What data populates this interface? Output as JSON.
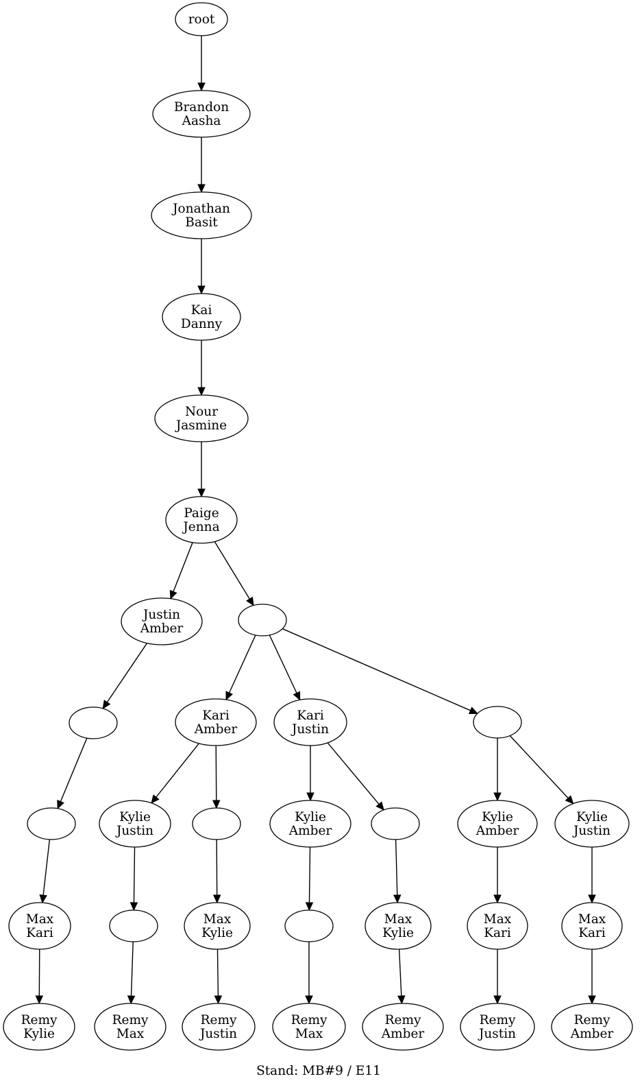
{
  "caption": "Stand: MB#9 / E11",
  "nodes": [
    {
      "id": "n0",
      "lines": [
        "root"
      ]
    },
    {
      "id": "n1",
      "lines": [
        "Brandon",
        "Aasha"
      ]
    },
    {
      "id": "n2",
      "lines": [
        "Jonathan",
        "Basit"
      ]
    },
    {
      "id": "n3",
      "lines": [
        "Kai",
        "Danny"
      ]
    },
    {
      "id": "n4",
      "lines": [
        "Nour",
        "Jasmine"
      ]
    },
    {
      "id": "n5",
      "lines": [
        "Paige",
        "Jenna"
      ]
    },
    {
      "id": "n6",
      "lines": [
        "Justin",
        "Amber"
      ]
    },
    {
      "id": "n7",
      "lines": []
    },
    {
      "id": "n8",
      "lines": []
    },
    {
      "id": "n9",
      "lines": []
    },
    {
      "id": "n10",
      "lines": [
        "Max",
        "Kari"
      ]
    },
    {
      "id": "n11",
      "lines": [
        "Remy",
        "Kylie"
      ]
    },
    {
      "id": "n12",
      "lines": [
        "Kari",
        "Amber"
      ]
    },
    {
      "id": "n13",
      "lines": [
        "Kari",
        "Justin"
      ]
    },
    {
      "id": "n14",
      "lines": []
    },
    {
      "id": "n15",
      "lines": [
        "Kylie",
        "Justin"
      ]
    },
    {
      "id": "n16",
      "lines": []
    },
    {
      "id": "n17",
      "lines": [
        "Remy",
        "Max"
      ]
    },
    {
      "id": "n18",
      "lines": []
    },
    {
      "id": "n19",
      "lines": [
        "Max",
        "Kylie"
      ]
    },
    {
      "id": "n20",
      "lines": [
        "Remy",
        "Justin"
      ]
    },
    {
      "id": "n21",
      "lines": [
        "Kylie",
        "Amber"
      ]
    },
    {
      "id": "n22",
      "lines": []
    },
    {
      "id": "n23",
      "lines": [
        "Remy",
        "Max"
      ]
    },
    {
      "id": "n24",
      "lines": []
    },
    {
      "id": "n25",
      "lines": [
        "Max",
        "Kylie"
      ]
    },
    {
      "id": "n26",
      "lines": [
        "Remy",
        "Amber"
      ]
    },
    {
      "id": "n27",
      "lines": [
        "Kylie",
        "Amber"
      ]
    },
    {
      "id": "n28",
      "lines": [
        "Max",
        "Kari"
      ]
    },
    {
      "id": "n29",
      "lines": [
        "Remy",
        "Justin"
      ]
    },
    {
      "id": "n30",
      "lines": [
        "Kylie",
        "Justin"
      ]
    },
    {
      "id": "n31",
      "lines": [
        "Max",
        "Kari"
      ]
    },
    {
      "id": "n32",
      "lines": [
        "Remy",
        "Amber"
      ]
    }
  ],
  "edges": [
    [
      "n0",
      "n1"
    ],
    [
      "n1",
      "n2"
    ],
    [
      "n2",
      "n3"
    ],
    [
      "n3",
      "n4"
    ],
    [
      "n4",
      "n5"
    ],
    [
      "n5",
      "n6"
    ],
    [
      "n5",
      "n7"
    ],
    [
      "n6",
      "n8"
    ],
    [
      "n8",
      "n9"
    ],
    [
      "n9",
      "n10"
    ],
    [
      "n10",
      "n11"
    ],
    [
      "n7",
      "n12"
    ],
    [
      "n7",
      "n13"
    ],
    [
      "n7",
      "n14"
    ],
    [
      "n12",
      "n15"
    ],
    [
      "n15",
      "n16"
    ],
    [
      "n16",
      "n17"
    ],
    [
      "n12",
      "n18"
    ],
    [
      "n18",
      "n19"
    ],
    [
      "n19",
      "n20"
    ],
    [
      "n13",
      "n21"
    ],
    [
      "n21",
      "n22"
    ],
    [
      "n22",
      "n23"
    ],
    [
      "n13",
      "n24"
    ],
    [
      "n24",
      "n25"
    ],
    [
      "n25",
      "n26"
    ],
    [
      "n14",
      "n27"
    ],
    [
      "n27",
      "n28"
    ],
    [
      "n28",
      "n29"
    ],
    [
      "n14",
      "n30"
    ],
    [
      "n30",
      "n31"
    ],
    [
      "n31",
      "n32"
    ]
  ]
}
